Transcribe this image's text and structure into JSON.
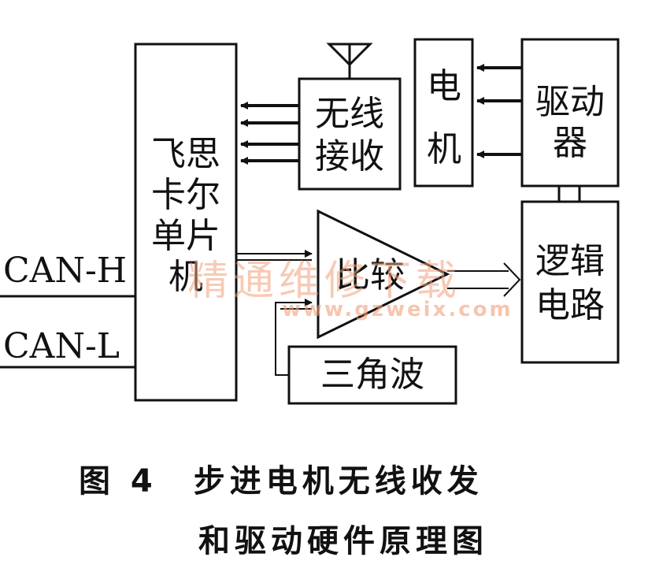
{
  "blocks": {
    "mcu": "飞思卡尔单片机",
    "wireless_rx": "无线接收",
    "motor": "电机",
    "driver": "驱动器",
    "comparator": "比较",
    "logic": "逻辑电路",
    "triangle": "三角波"
  },
  "signals": {
    "can_h": "CAN-H",
    "can_l": "CAN-L"
  },
  "watermark": {
    "cn": "精通维修下载",
    "url": "www.gzweix.com"
  },
  "caption": {
    "line1": "图 4　步进电机无线收发",
    "line2": "和驱动硬件原理图"
  }
}
